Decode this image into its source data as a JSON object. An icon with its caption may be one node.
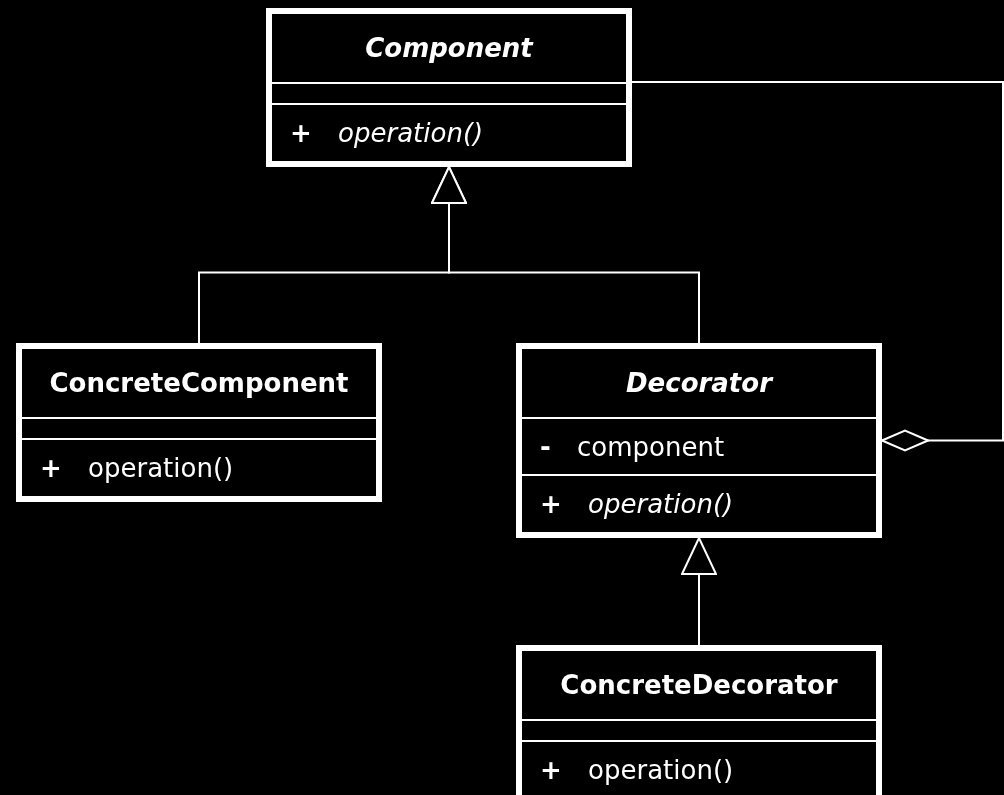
{
  "diagram": {
    "nodes": [
      {
        "text": [
          "Component",
          "**+** *operation()*"
        ]
      },
      {
        "text": [
          "ConcreteComponent",
          "**+** operation()"
        ]
      },
      {
        "text": [
          "Decorator",
          "**-** component",
          "**+** *operation()*"
        ]
      },
      {
        "text": [
          "ConcreteDecorator",
          "**+** operation()"
        ]
      }
    ],
    "edges": [
      {
        "from": 1,
        "to": 0,
        "arrow": "to"
      },
      {
        "from": 2,
        "to": 0,
        "arrow": "to"
      },
      {
        "from": 3,
        "to": 2,
        "arrow": "to"
      },
      {
        "from": 2,
        "to": 0,
        "arrow": "other"
      }
    ]
  }
}
